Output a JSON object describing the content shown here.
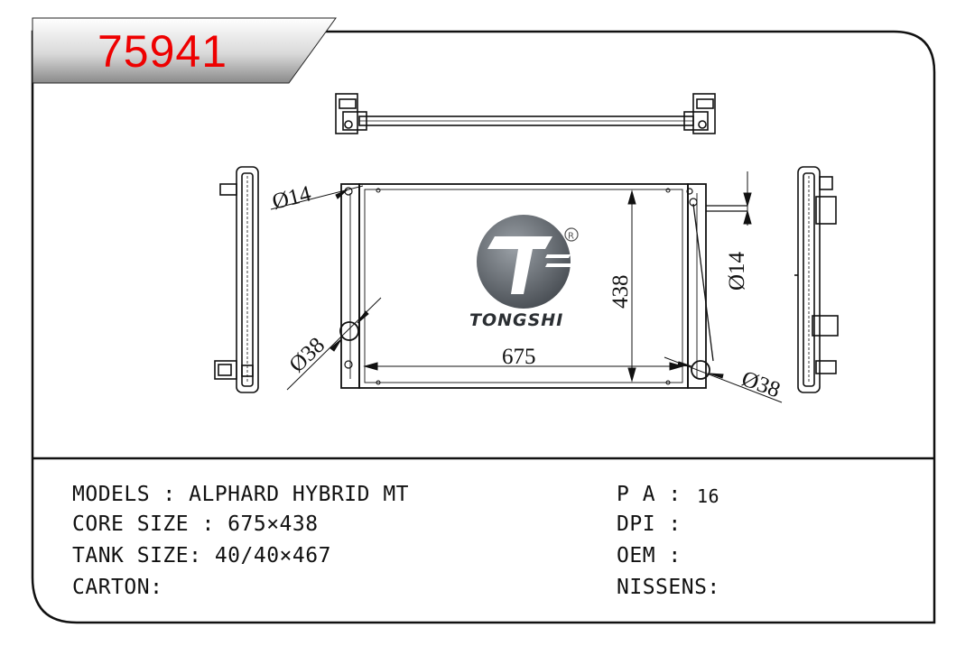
{
  "header": {
    "part_number": "75941"
  },
  "drawing": {
    "dimensions": {
      "inlet_diameter": "Ø14",
      "outlet_pipe_diameter": "Ø14",
      "core_height": "438",
      "core_width": "675",
      "left_port_diameter": "Ø38",
      "right_port_diameter": "Ø38"
    },
    "logo": {
      "brand": "TONGSHI",
      "registered_mark": "R"
    }
  },
  "specs": {
    "models": "MODELS : ALPHARD HYBRID MT",
    "core_size": "CORE SIZE : 675×438",
    "tank_size": "TANK SIZE: 40/40×467",
    "carton": "CARTON:",
    "pa_label": "P A :",
    "pa_value": "16",
    "dpi": "DPI :",
    "oem": "OEM :",
    "nissens": "NISSENS:"
  }
}
